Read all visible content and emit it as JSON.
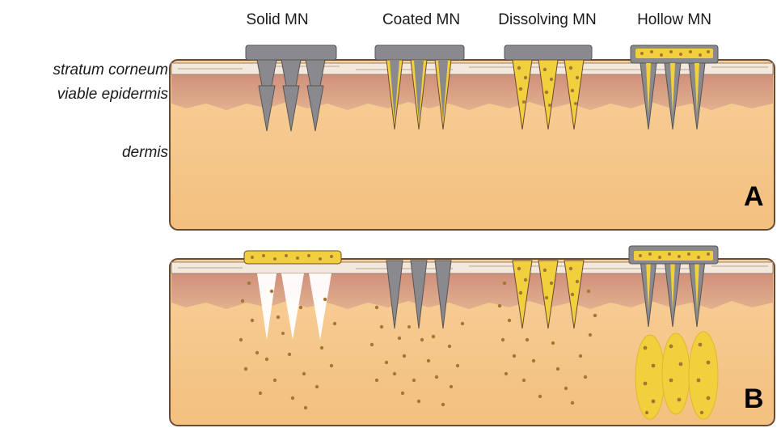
{
  "columns": [
    {
      "key": "solid",
      "label": "Solid MN"
    },
    {
      "key": "coated",
      "label": "Coated MN"
    },
    {
      "key": "dissolving",
      "label": "Dissolving MN"
    },
    {
      "key": "hollow",
      "label": "Hollow MN"
    }
  ],
  "layers": {
    "stratum_corneum": "stratum corneum",
    "viable_epidermis": "viable epidermis",
    "dermis": "dermis"
  },
  "panels": {
    "a": "A",
    "b": "B"
  },
  "colors": {
    "dermis": "#f6c98f",
    "epidermis": "#d9a089",
    "stratum": "#f3e8dc",
    "needle": "#8a8a8e",
    "drug": "#f2cf3c",
    "dot": "#a47834",
    "outline": "#6b4a33"
  }
}
